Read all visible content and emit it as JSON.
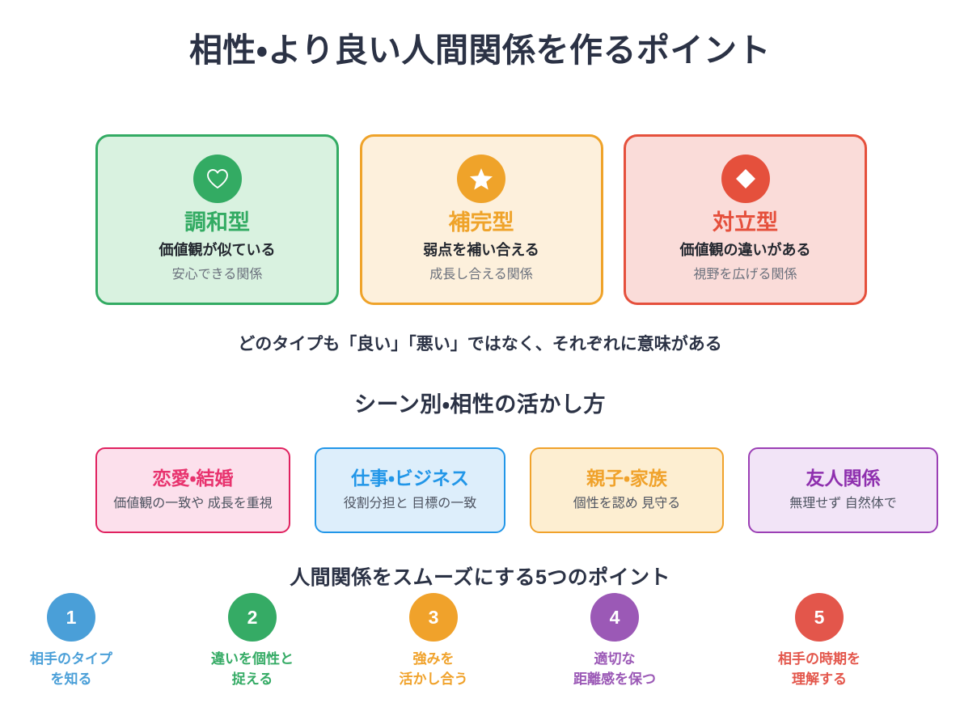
{
  "title": "相性・より良い人間関係を作るポイント",
  "types": {
    "cards": [
      {
        "name": "調和型",
        "desc": "価値観が似ている",
        "sub": "安心できる関係",
        "icon": "heart-outline-icon",
        "accent": "#33ab63",
        "fill": "#d9f2e0",
        "border": "#33ab63"
      },
      {
        "name": "補完型",
        "desc": "弱点を補い合える",
        "sub": "成長し合える関係",
        "icon": "star-icon",
        "accent": "#efa32a",
        "fill": "#fdf0dc",
        "border": "#efa32a"
      },
      {
        "name": "対立型",
        "desc": "価値観の違いがある",
        "sub": "視野を広げる関係",
        "icon": "diamond-icon",
        "accent": "#e5503c",
        "fill": "#fadcd9",
        "border": "#e5503c"
      }
    ]
  },
  "caption": "どのタイプも「良い」「悪い」ではなく、それぞれに意味がある",
  "scenes": {
    "heading": "シーン別・相性の活かし方",
    "cards": [
      {
        "title": "恋愛・結婚",
        "sub": "価値観の一致や\n成長を重視",
        "accent": "#e8336e",
        "fill": "#fce0ec",
        "border": "#e0215f"
      },
      {
        "title": "仕事・ビジネス",
        "sub": "役割分担と\n目標の一致",
        "accent": "#2196e8",
        "fill": "#ddeefb",
        "border": "#2196e8"
      },
      {
        "title": "親子・家族",
        "sub": "個性を認め\n見守る",
        "accent": "#f0a22b",
        "fill": "#fdeed1",
        "border": "#f0a22b"
      },
      {
        "title": "友人関係",
        "sub": "無理せず\n自然体で",
        "accent": "#8e2fae",
        "fill": "#f2e4f7",
        "border": "#9b3fb5"
      }
    ]
  },
  "points": {
    "heading": "人間関係をスムーズにする5つのポイント",
    "items": [
      {
        "number": "1",
        "label": "相手のタイプ\nを知る",
        "color": "#4a9fd8"
      },
      {
        "number": "2",
        "label": "違いを個性と\n捉える",
        "color": "#35ab65"
      },
      {
        "number": "3",
        "label": "強みを\n活かし合う",
        "color": "#f0a22b"
      },
      {
        "number": "4",
        "label": "適切な\n距離感を保つ",
        "color": "#9b59b6"
      },
      {
        "number": "5",
        "label": "相手の時期を\n理解する",
        "color": "#e3564b"
      }
    ]
  }
}
